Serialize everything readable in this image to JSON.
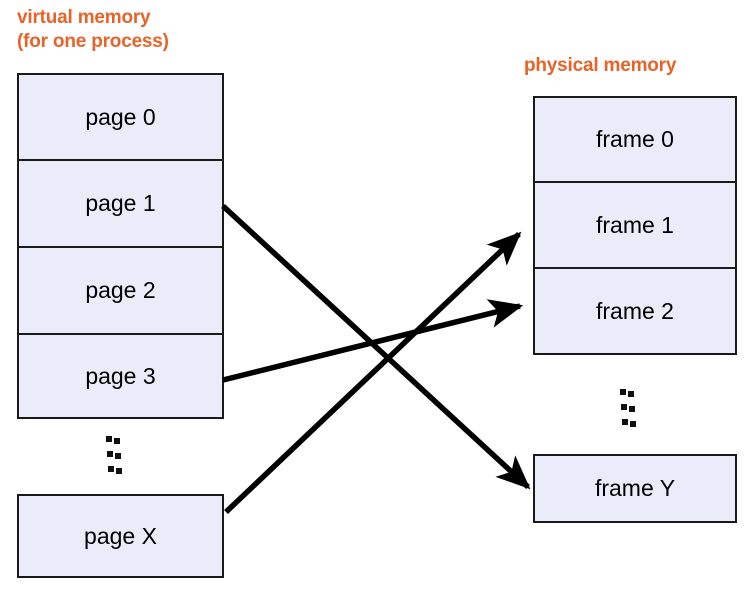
{
  "diagram": {
    "title_accent_color": "#E8632A",
    "box_fill_color": "#EAEDF9",
    "box_border_color": "#1A1A1A",
    "arrow_color": "#000000"
  },
  "virtual_memory": {
    "title_line1": "virtual memory",
    "title_line2": "(for one process)",
    "pages": [
      {
        "label": "page 0"
      },
      {
        "label": "page 1"
      },
      {
        "label": "page 2"
      },
      {
        "label": "page 3"
      }
    ],
    "ellipsis": "vertical-ellipsis",
    "last_page": {
      "label": "page X"
    }
  },
  "physical_memory": {
    "title": "physical memory",
    "frames": [
      {
        "label": "frame 0"
      },
      {
        "label": "frame 1"
      },
      {
        "label": "frame 2"
      }
    ],
    "ellipsis": "vertical-ellipsis",
    "last_frame": {
      "label": "frame Y"
    }
  },
  "mappings": [
    {
      "from": "page 1",
      "to": "frame Y"
    },
    {
      "from": "page 3",
      "to": "frame 2"
    },
    {
      "from": "page X",
      "to": "frame 1"
    }
  ]
}
